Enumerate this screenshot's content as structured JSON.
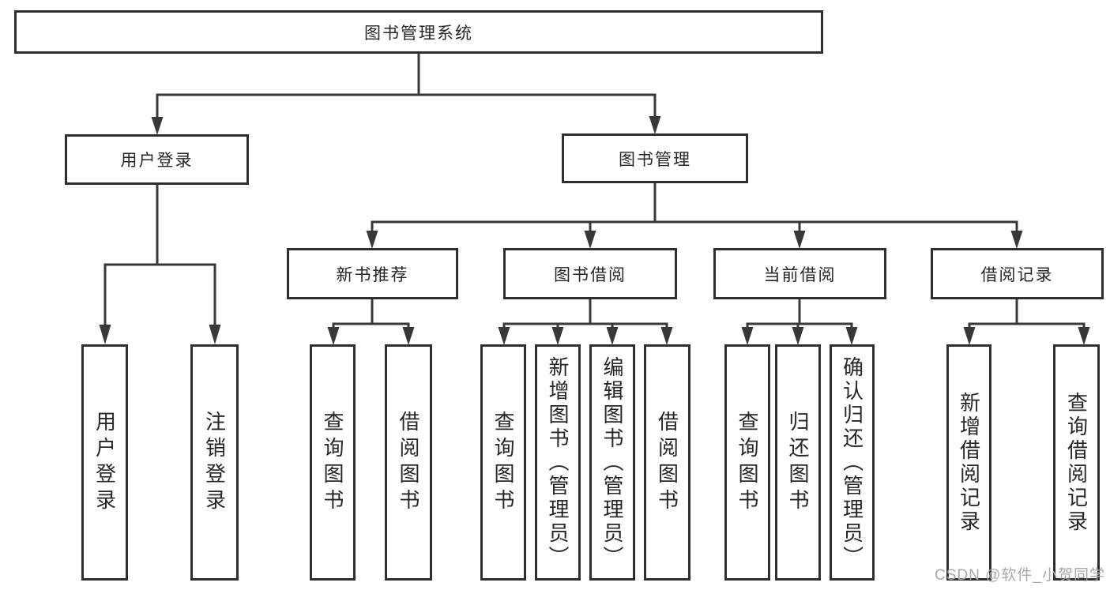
{
  "tree": {
    "root": {
      "label": "图书管理系统",
      "children": [
        {
          "label": "用户登录",
          "children": [
            {
              "label": "用户登录"
            },
            {
              "label": "注销登录"
            }
          ]
        },
        {
          "label": "图书管理",
          "children": [
            {
              "label": "新书推荐",
              "children": [
                {
                  "label": "查询图书"
                },
                {
                  "label": "借阅图书"
                }
              ]
            },
            {
              "label": "图书借阅",
              "children": [
                {
                  "label": "查询图书"
                },
                {
                  "label": "新增图书（管理员）"
                },
                {
                  "label": "编辑图书（管理员）"
                },
                {
                  "label": "借阅图书"
                }
              ]
            },
            {
              "label": "当前借阅",
              "children": [
                {
                  "label": "查询图书"
                },
                {
                  "label": "归还图书"
                },
                {
                  "label": "确认归还（管理员）"
                }
              ]
            },
            {
              "label": "借阅记录",
              "children": [
                {
                  "label": "新增借阅记录"
                },
                {
                  "label": "查询借阅记录"
                }
              ]
            }
          ]
        }
      ]
    }
  },
  "watermark": {
    "text": "CSDN @软件_小贺同学"
  },
  "colors": {
    "background": "#ffffff",
    "line": "#383838",
    "box_border": "#2e2e2e",
    "text": "#262626",
    "watermark": "#a9a9a9"
  }
}
